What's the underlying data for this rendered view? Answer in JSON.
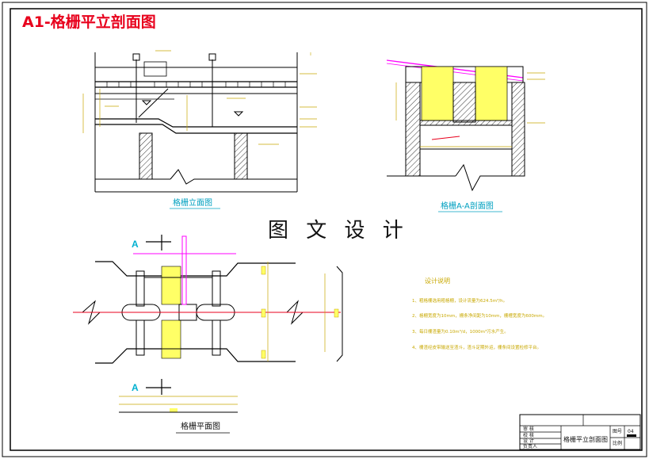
{
  "title": "A1-格栅平立剖面图",
  "center_text": "图 文 设 计",
  "views": {
    "elevation": {
      "caption": "格栅立面图"
    },
    "section": {
      "caption": "格栅A-A剖面图"
    },
    "plan": {
      "caption": "格栅平面图",
      "section_mark_top": "A",
      "section_mark_bottom": "A"
    }
  },
  "notes": {
    "title": "设计说明",
    "items": [
      "1、粗格栅选用粗格栅，设计流量为624.5m³/h。",
      "2、格栅宽度为10mm，栅条净间距为10mm，栅槽宽度为600mm。",
      "3、每日栅渣量为0.10m³/d，1000m³污水产生。",
      "4、栅渣经皮带输送至渣斗，渣斗定期外运，栅条间设置检修平台。"
    ]
  },
  "title_block": {
    "drawing_name": "格栅平立剖面图",
    "rows": [
      "审 核",
      "校 核",
      "设 计",
      "负责人"
    ],
    "fields": [
      "图号",
      "比例"
    ],
    "sheet_no": "04"
  },
  "colors": {
    "title": "#e8001c",
    "structure": "#000000",
    "dimension": "#c8a800",
    "grille": "#ffff66",
    "pipe": "#ff00ff",
    "label_cyan": "#00b0d0",
    "centerline": "#e8001c"
  }
}
